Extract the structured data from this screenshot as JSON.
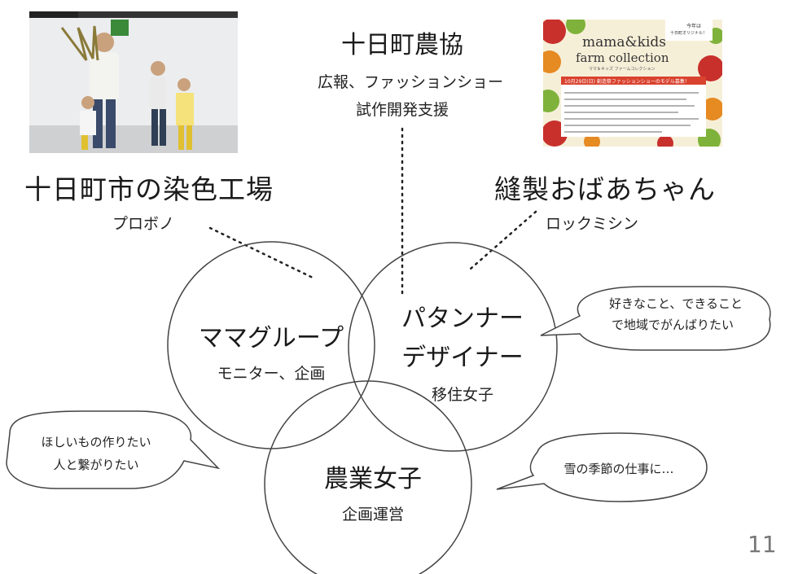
{
  "top_group": {
    "title": "十日町農協",
    "line1": "広報、ファッションショー",
    "line2": "試作開発支援"
  },
  "left_group": {
    "title": "十日町市の染色工場",
    "sub": "プロボノ"
  },
  "right_group": {
    "title": "縫製おばあちゃん",
    "sub": "ロックミシン"
  },
  "circle_mama": {
    "title": "ママグループ",
    "sub": "モニター、企画"
  },
  "circle_pattern": {
    "title_line1": "パタンナー",
    "title_line2": "デザイナー",
    "sub": "移住女子"
  },
  "circle_farm": {
    "title": "農業女子",
    "sub": "企画運営"
  },
  "bubble_right": {
    "line1": "好きなこと、できること",
    "line2": "で地域でがんばりたい"
  },
  "bubble_left": {
    "line1": "ほしいもの作りたい",
    "line2": "人と繋がりたい"
  },
  "bubble_snow": {
    "line1": "雪の季節の仕事に…"
  },
  "poster": {
    "small_tag_line1": "今年は",
    "small_tag_line2": "十日町オリジナル！",
    "brand_line1": "mama&kids",
    "brand_line2": "farm collection",
    "brand_sub": "ママ＆キッズ ファームコレクション",
    "headline": "10月29日(日) 創造祭ファッションショーのモデル募集！"
  },
  "page_number": "11"
}
